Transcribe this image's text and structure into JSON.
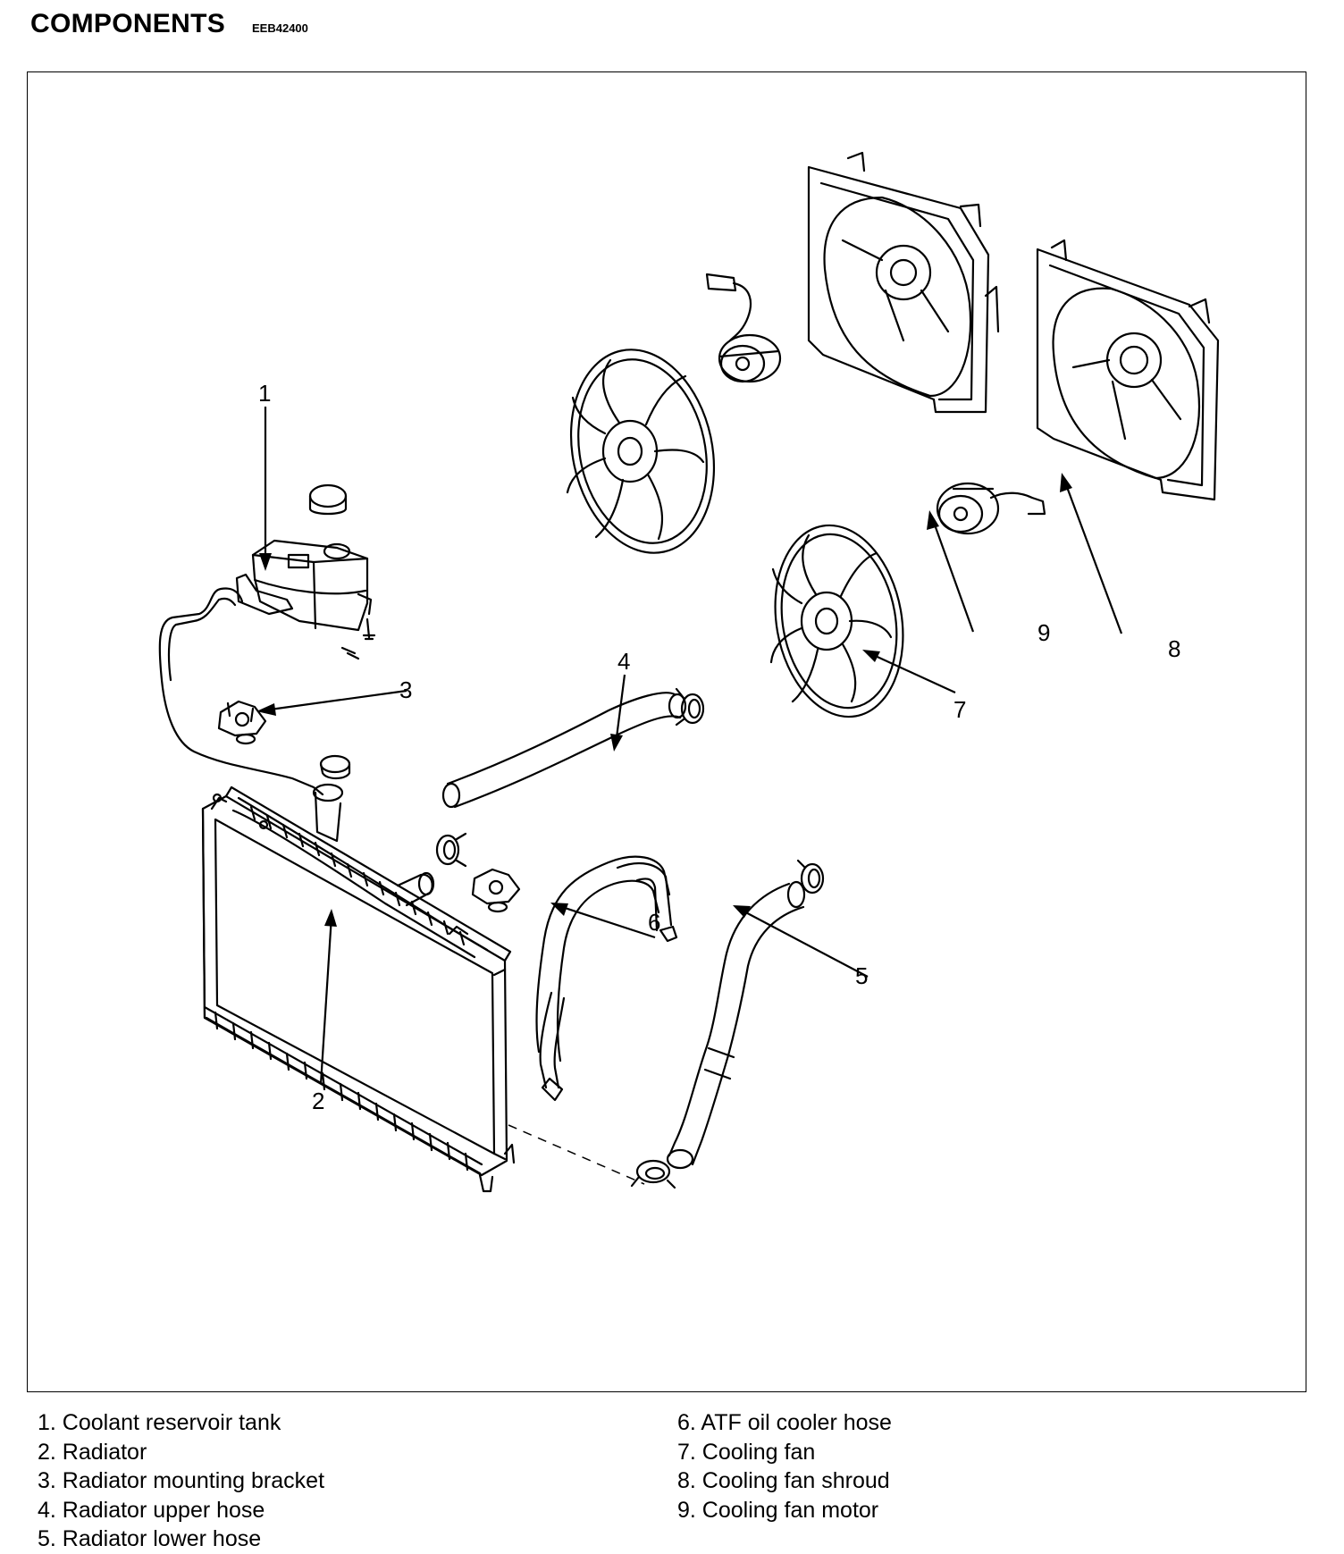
{
  "header": {
    "title": "COMPONENTS",
    "code": "EEB42400"
  },
  "callouts": [
    "1",
    "2",
    "3",
    "4",
    "5",
    "6",
    "7",
    "8",
    "9"
  ],
  "legend": {
    "left": [
      "1. Coolant reservoir tank",
      "2. Radiator",
      "3. Radiator mounting bracket",
      "4. Radiator upper hose",
      "5. Radiator lower hose"
    ],
    "right": [
      "6. ATF oil cooler hose",
      "7. Cooling fan",
      "8. Cooling fan shroud",
      "9. Cooling fan motor"
    ]
  }
}
